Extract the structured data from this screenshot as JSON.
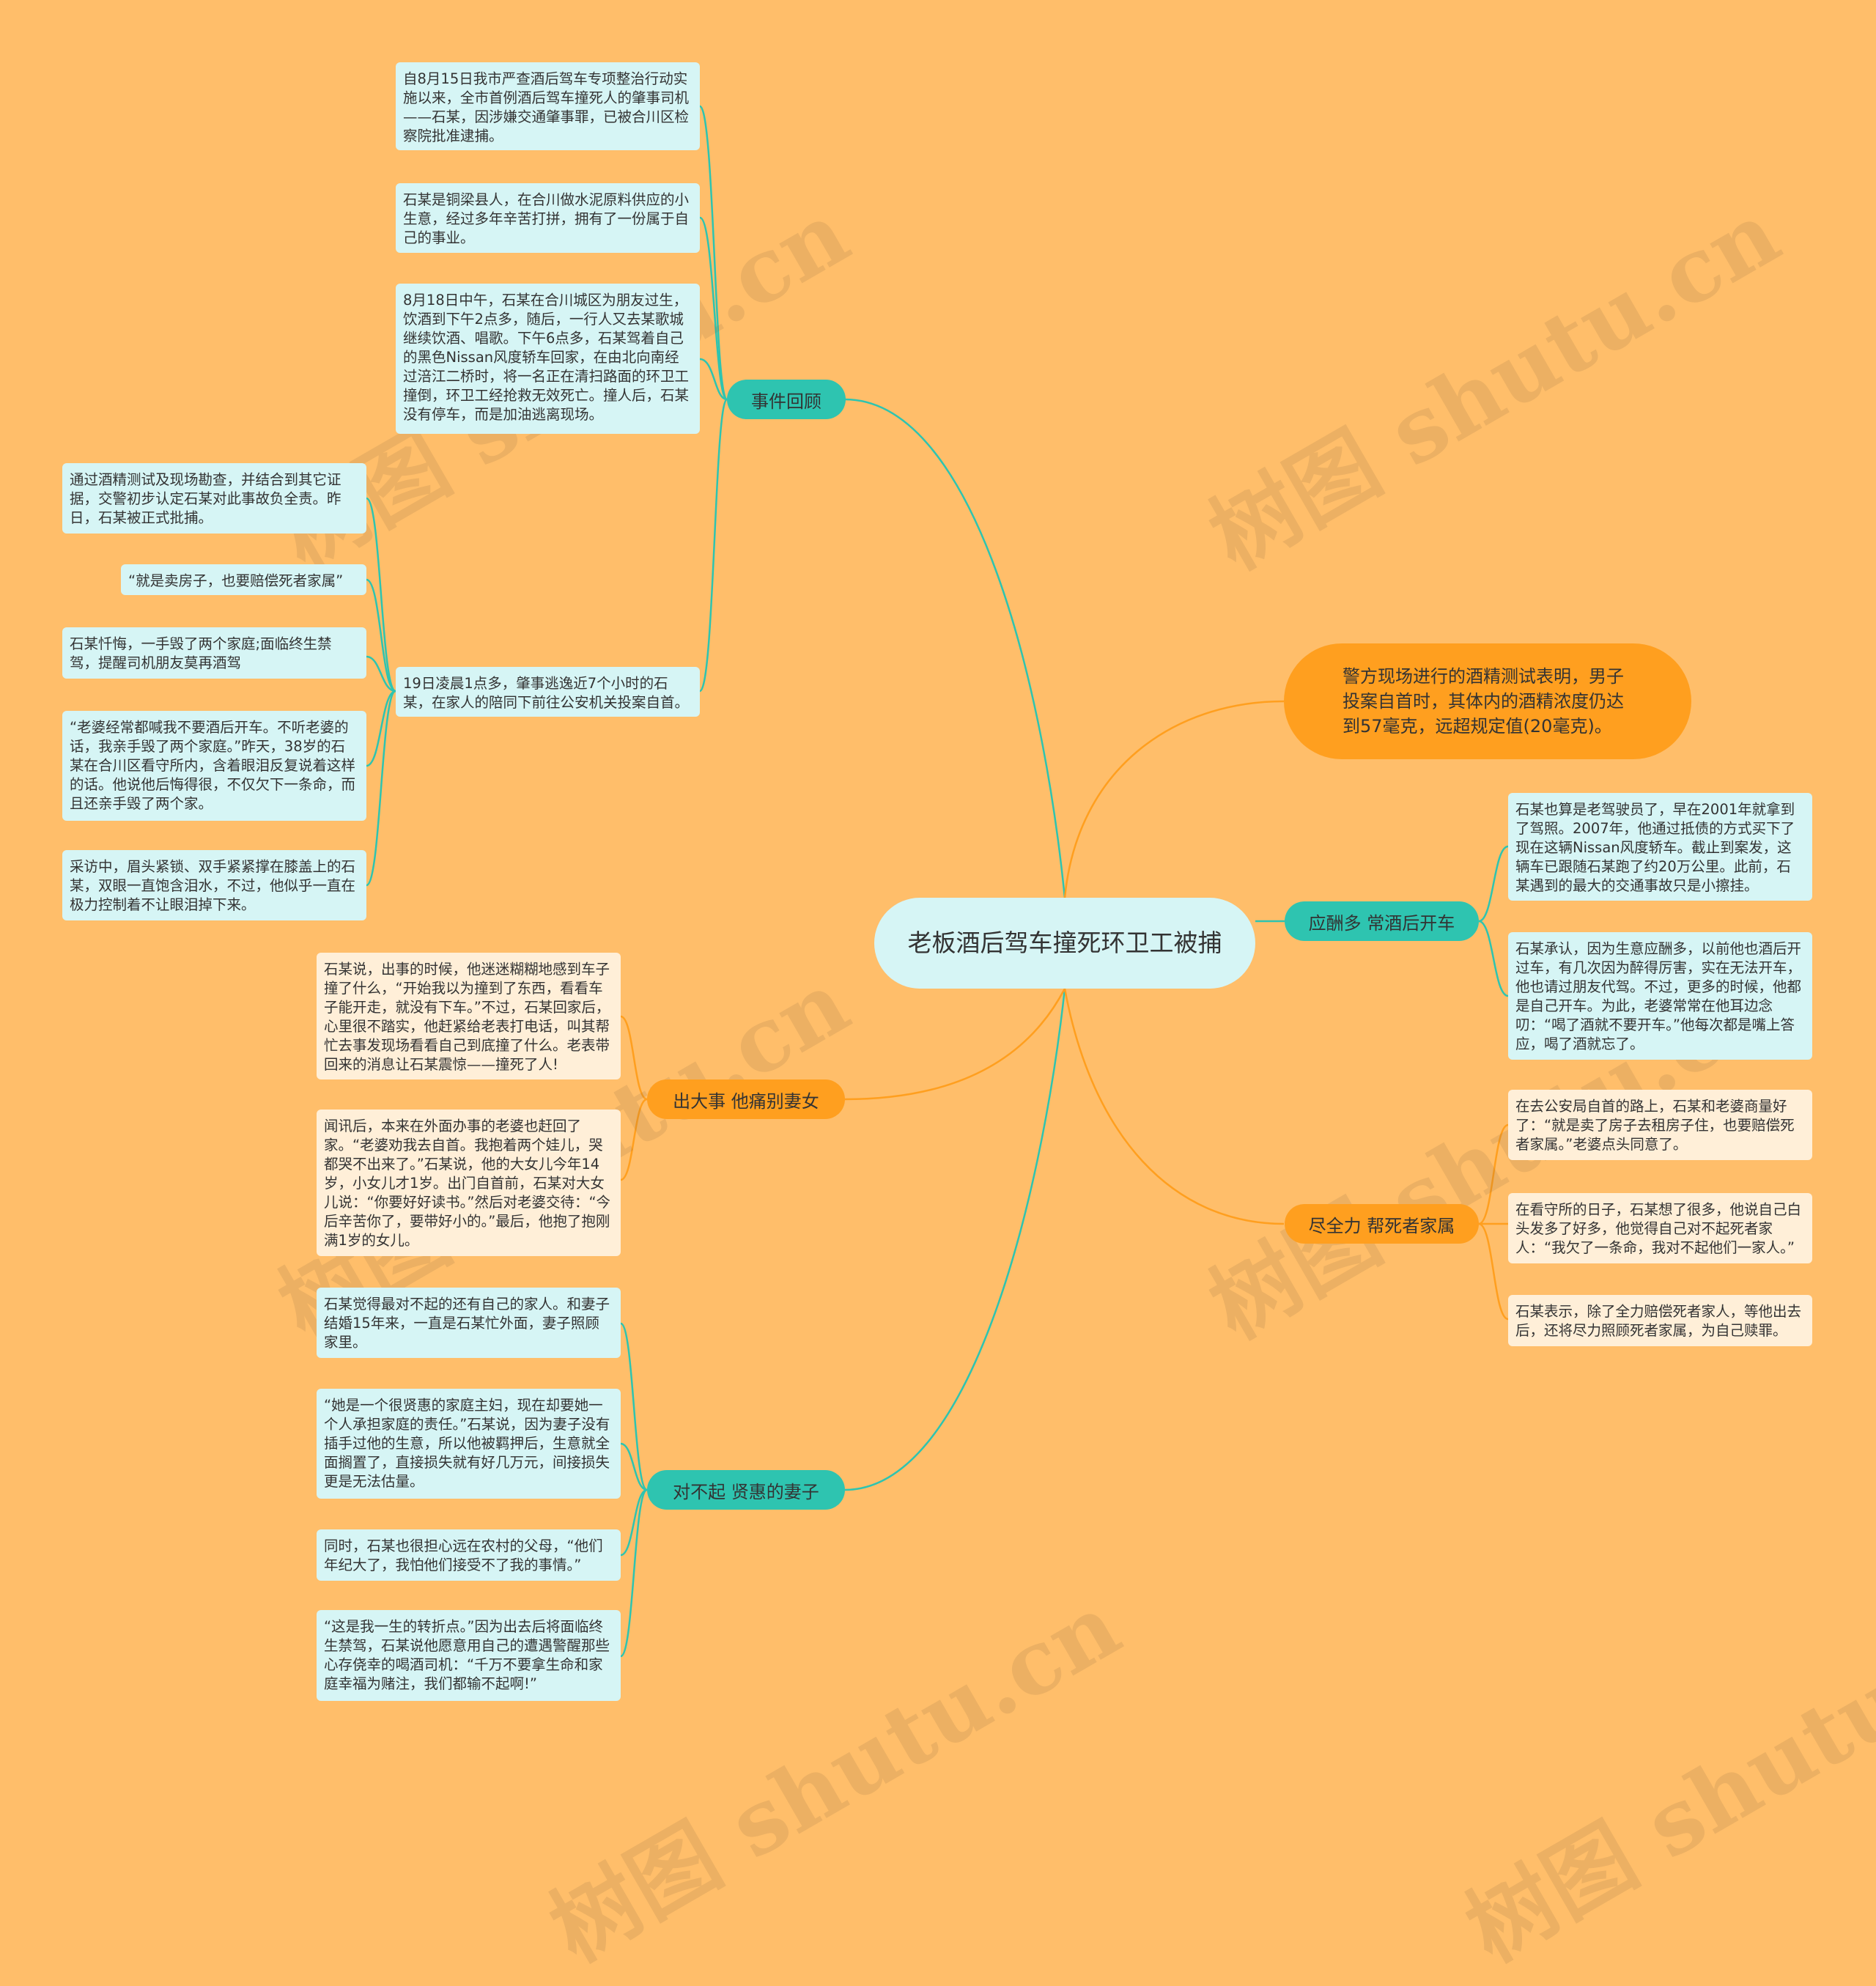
{
  "root": {
    "title": "老板酒后驾车撞死环卫工被捕"
  },
  "callout": {
    "text": "警方现场进行的酒精测试表明，男子投案自首时，其体内的酒精浓度仍达到57毫克，远超规定值(20毫克)。"
  },
  "branches": {
    "review": {
      "label": "事件回顾",
      "items": [
        "自8月15日我市严查酒后驾车专项整治行动实施以来，全市首例酒后驾车撞死人的肇事司机——石某，因涉嫌交通肇事罪，已被合川区检察院批准逮捕。",
        "石某是铜梁县人，在合川做水泥原料供应的小生意，经过多年辛苦打拼，拥有了一份属于自己的事业。",
        "8月18日中午，石某在合川城区为朋友过生，饮酒到下午2点多，随后，一行人又去某歌城继续饮酒、唱歌。下午6点多，石某驾着自己的黑色Nissan风度轿车回家，在由北向南经过涪江二桥时，将一名正在清扫路面的环卫工撞倒，环卫工经抢救无效死亡。撞人后，石某没有停车，而是加油逃离现场。",
        "19日凌晨1点多，肇事逃逸近7个小时的石某，在家人的陪同下前往公安机关投案自首。"
      ],
      "sub_items": [
        "通过酒精测试及现场勘查，并结合到其它证据，交警初步认定石某对此事故负全责。昨日，石某被正式批捕。",
        "“就是卖房子，也要赔偿死者家属”",
        "石某忏悔，一手毁了两个家庭;面临终生禁驾，提醒司机朋友莫再酒驾",
        "“老婆经常都喊我不要酒后开车。不听老婆的话，我亲手毁了两个家庭。”昨天，38岁的石某在合川区看守所内，含着眼泪反复说着这样的话。他说他后悔得很，不仅欠下一条命，而且还亲手毁了两个家。",
        "采访中，眉头紧锁、双手紧紧撑在膝盖上的石某，双眼一直饱含泪水，不过，他似乎一直在极力控制着不让眼泪掉下来。"
      ]
    },
    "drinking": {
      "label": "应酬多 常酒后开车",
      "items": [
        "石某也算是老驾驶员了，早在2001年就拿到了驾照。2007年，他通过抵债的方式买下了现在这辆Nissan风度轿车。截止到案发，这辆车已跟随石某跑了约20万公里。此前，石某遇到的最大的交通事故只是小擦挂。",
        "石某承认，因为生意应酬多，以前他也酒后开过车，有几次因为醉得厉害，实在无法开车，他也请过朋友代驾。不过，更多的时候，他都是自己开车。为此，老婆常常在他耳边念叨：“喝了酒就不要开车。”他每次都是嘴上答应，喝了酒就忘了。"
      ]
    },
    "accident": {
      "label": "出大事 他痛别妻女",
      "items": [
        "石某说，出事的时候，他迷迷糊糊地感到车子撞了什么，“开始我以为撞到了东西，看看车子能开走，就没有下车。”不过，石某回家后，心里很不踏实，他赶紧给老表打电话，叫其帮忙去事发现场看看自己到底撞了什么。老表带回来的消息让石某震惊——撞死了人!",
        "闻讯后，本来在外面办事的老婆也赶回了家。“老婆劝我去自首。我抱着两个娃儿，哭都哭不出来了。”石某说，他的大女儿今年14岁，小女儿才1岁。出门自首前，石某对大女儿说：“你要好好读书。”然后对老婆交待：“今后辛苦你了，要带好小的。”最后，他抱了抱刚满1岁的女儿。"
      ]
    },
    "compensate": {
      "label": "尽全力 帮死者家属",
      "items": [
        "在去公安局自首的路上，石某和老婆商量好了：“就是卖了房子去租房子住，也要赔偿死者家属。”老婆点头同意了。",
        "在看守所的日子，石某想了很多，他说自己白头发多了好多，他觉得自己对不起死者家人：“我欠了一条命，我对不起他们一家人。”",
        "石某表示，除了全力赔偿死者家人，等他出去后，还将尽力照顾死者家属，为自己赎罪。"
      ]
    },
    "wife": {
      "label": "对不起 贤惠的妻子",
      "items": [
        "石某觉得最对不起的还有自己的家人。和妻子结婚15年来，一直是石某忙外面，妻子照顾家里。",
        "“她是一个很贤惠的家庭主妇，现在却要她一个人承担家庭的责任。”石某说，因为妻子没有插手过他的生意，所以他被羁押后，生意就全面搁置了，直接损失就有好几万元，间接损失更是无法估量。",
        "同时，石某也很担心远在农村的父母，“他们年纪大了，我怕他们接受不了我的事情。”",
        "“这是我一生的转折点。”因为出去后将面临终生禁驾，石某说他愿意用自己的遭遇警醒那些心存侥幸的喝酒司机：“千万不要拿生命和家庭幸福为赌注，我们都输不起啊!”"
      ]
    }
  },
  "watermark": "树图 shutu.cn",
  "colors": {
    "background": "#FFBE6A",
    "teal": "#2EC4B0",
    "orange": "#FF9F1F",
    "leaf_teal": "#D6F5F5",
    "leaf_cream": "#FFEFD8"
  }
}
